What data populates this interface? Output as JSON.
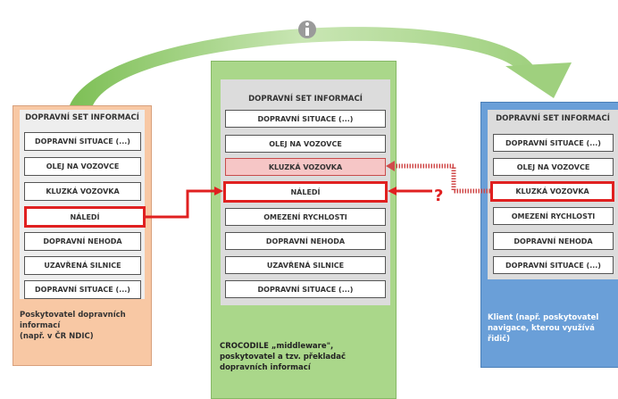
{
  "left": {
    "header": "DOPRAVNÍ SET INFORMACÍ",
    "items": [
      "DOPRAVNÍ SITUACE (...)",
      "OLEJ NA VOZOVCE",
      "KLUZKÁ VOZOVKA",
      "NÁLEDÍ",
      "DOPRAVNÍ NEHODA",
      "UZAVŘENÁ SILNICE",
      "DOPRAVNÍ SITUACE (...)"
    ],
    "caption": "Poskytovatel dopravních\ninformací\n(např. v ČR NDIC)",
    "color": "#f8c8a4"
  },
  "middle": {
    "header": "DOPRAVNÍ SET INFORMACÍ",
    "items": [
      "DOPRAVNÍ SITUACE (...)",
      "OLEJ NA VOZOVCE",
      "KLUZKÁ VOZOVKA",
      "NÁLEDÍ",
      "OMEZENÍ RYCHLOSTI",
      "DOPRAVNÍ NEHODA",
      "UZAVŘENÁ SILNICE",
      "DOPRAVNÍ SITUACE (...)"
    ],
    "caption": "CROCODILE „middleware\",\nposkytovatel a tzv. překladač\ndopravních informací",
    "color": "#aad78a"
  },
  "right": {
    "header": "DOPRAVNÍ SET INFORMACÍ",
    "items": [
      "DOPRAVNÍ SITUACE (...)",
      "OLEJ NA VOZOVCE",
      "KLUZKÁ VOZOVKA",
      "OMEZENÍ RYCHLOSTI",
      "DOPRAVNÍ NEHODA",
      "DOPRAVNÍ SITUACE (...)"
    ],
    "caption": "Klient (např. poskytovatel\nnavigace, kterou využívá\nřidič)",
    "color": "#6a9fd8"
  },
  "question_mark": "?",
  "info_icon": "info-circle-icon",
  "colors": {
    "highlight": "#e02020",
    "arc": "#8cc86a",
    "pink": "#f6c6c6"
  }
}
